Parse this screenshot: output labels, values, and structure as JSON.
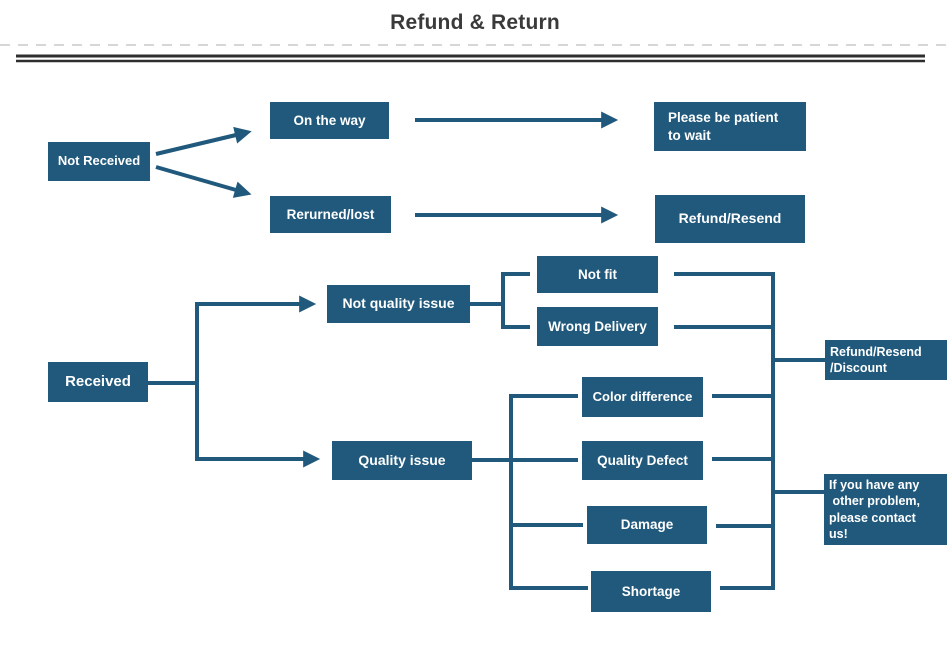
{
  "title": "Refund & Return",
  "colors": {
    "accent": "#20597C",
    "title_text": "#3A3A3A",
    "rule": "#2E2E2E",
    "dashed_rule": "#C8C8C8"
  },
  "flow": {
    "not_received": "Not Received",
    "on_the_way": "On the way",
    "returned_lost": "Rerurned/lost",
    "please_wait": "Please be patient\nto wait",
    "refund_resend": "Refund/Resend",
    "received": "Received",
    "not_quality_issue": "Not quality issue",
    "not_fit": "Not fit",
    "wrong_delivery": "Wrong Delivery",
    "quality_issue": "Quality issue",
    "color_difference": "Color difference",
    "quality_defect": "Quality Defect",
    "damage": "Damage",
    "shortage": "Shortage",
    "refund_resend_discount": "Refund/Resend\n/Discount",
    "contact_us": "If you have any\n other problem,\nplease contact\nus!"
  }
}
